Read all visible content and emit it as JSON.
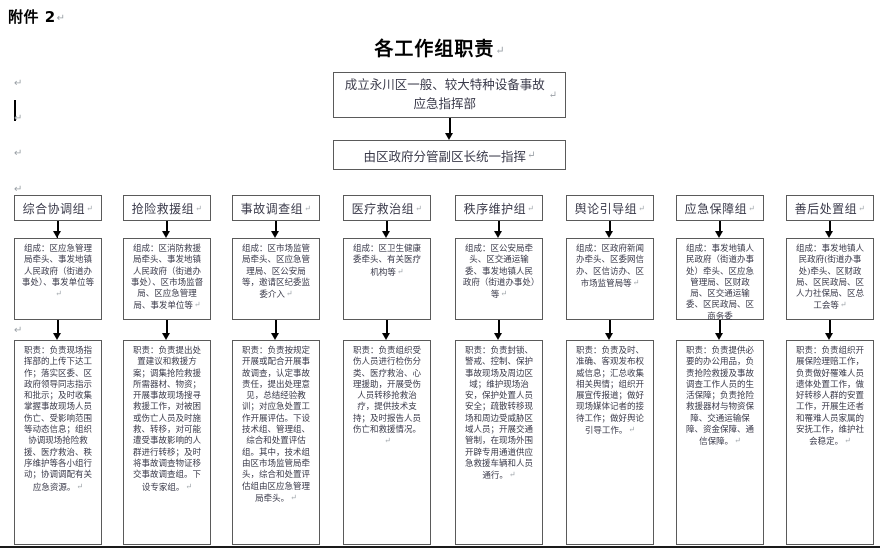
{
  "document": {
    "attachment_label": "附件 2",
    "title": "各工作组职责",
    "paragraph_mark": "↵"
  },
  "flow": {
    "top_box": "成立永川区一般、较大特种设备事故应急指挥部",
    "second_box": "由区政府分管副区长统一指挥"
  },
  "groups": [
    {
      "name": "综合协调组",
      "composition": "组成：区应急管理局牵头、事发地镇人民政府（街道办事处）、事发单位等",
      "duty": "职责：负责现场指挥部的上传下达工作；落实区委、区政府领导同志指示和批示；及时收集掌握事故现场人员伤亡、受影响范围等动态信息；组织协调现场抢险救援、医疗救治、秩序维护等各小组行动；协调调配有关应急资源。"
    },
    {
      "name": "抢险救援组",
      "composition": "组成：区消防救援局牵头、事发地镇人民政府（街道办事处）、区市场监督局、区应急管理局、事发单位等",
      "duty": "职责：负责提出处置建议和救援方案；调集抢险救援所需器材、物资；开展事故现场搜寻救援工作，对被困或伤亡人员及时施救、转移，对可能遭受事故影响的人群进行转移；及时将事故调查物证移交事故调查组。下设专家组。"
    },
    {
      "name": "事故调查组",
      "composition": "组成：区市场监管局牵头、区应急管理局、区公安局等，邀请区纪委监委介入",
      "duty": "职责：负责按规定开展或配合开展事故调查，认定事故责任，提出处理意见，总结经验教训；对应急处置工作开展评估。下设技术组、管理组、综合和处置评估组。其中，技术组由区市场监管局牵头，综合和处置评估组由区应急管理局牵头。"
    },
    {
      "name": "医疗救治组",
      "composition": "组成：区卫生健康委牵头、有关医疗机构等",
      "duty": "职责：负责组织受伤人员进行检伤分类、医疗救治、心理援助，开展受伤人员转移抢救治疗，提供技术支持；及时报告人员伤亡和救援情况。"
    },
    {
      "name": "秩序维护组",
      "composition": "组成：区公安局牵头、区交通运输委、事发地镇人民政府（街道办事处）等",
      "duty": "职责：负责封锁、警戒、控制、保护事故现场及周边区域；维护现场治安，保护处置人员安全；疏散转移现场和周边受威胁区域人员；开展交通管制，在现场外围开辟专用通道供应急救援车辆和人员通行。"
    },
    {
      "name": "舆论引导组",
      "composition": "组成：区政府新闻办牵头、区委网信办、区信访办、区市场监管局等",
      "duty": "职责：负责及时、准确、客观发布权威信息；汇总收集相关舆情；组织开展宣传报道；做好现场媒体记者的接待工作；做好舆论引导工作。"
    },
    {
      "name": "应急保障组",
      "composition": "组成：事发地镇人民政府（街道办事处）牵头、区应急管理局、区财政局、区交通运输委、区民政局、区商务委",
      "duty": "职责：负责提供必要的办公用品，负责抢险救援及事故调查工作人员的生活保障；负责抢险救援器材与物资保障、交通运输保障、资金保障、通信保障。"
    },
    {
      "name": "善后处置组",
      "composition": "组成：事发地镇人民政府(街道办事处)牵头、区财政局、区民政局、区人力社保局、区总工会等",
      "duty": "职责：负责组织开展保险理赔工作，负责做好罹难人员遗体处置工作，做好转移人群的安置工作，开展生还者和罹难人员家属的安抚工作，维护社会稳定。"
    }
  ]
}
